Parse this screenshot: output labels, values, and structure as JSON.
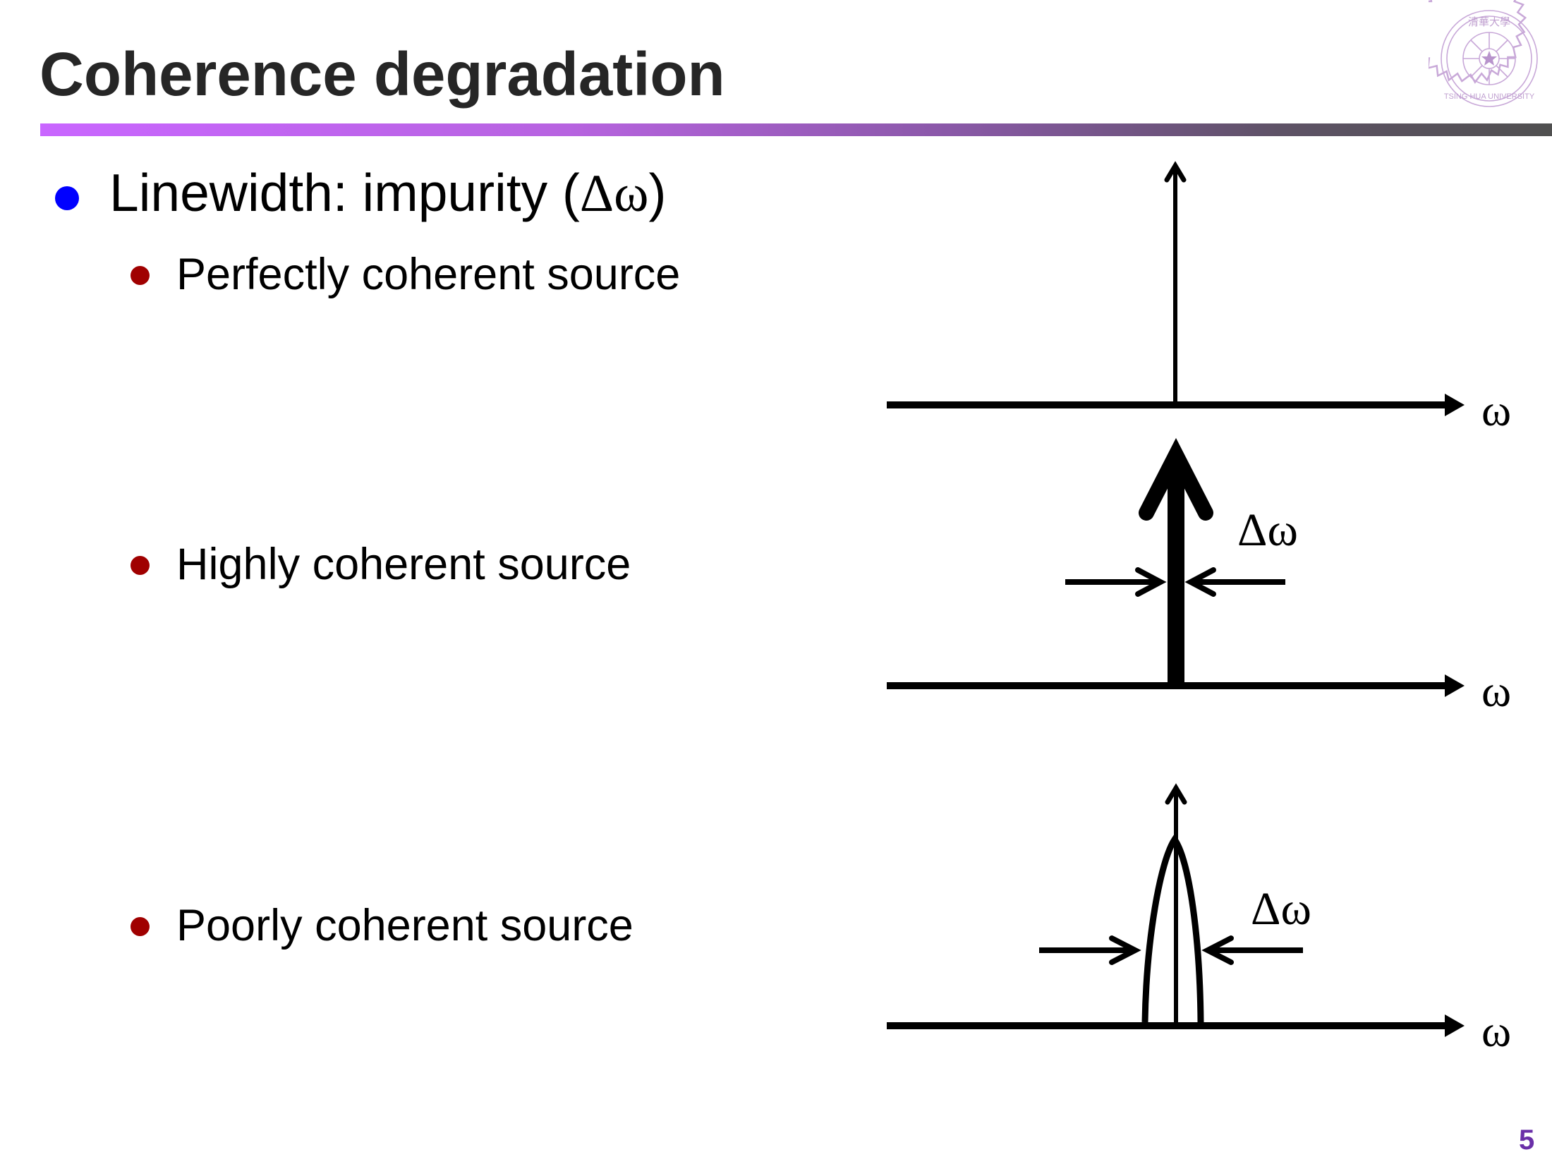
{
  "slide": {
    "title": "Coherence degradation",
    "page_number": "5",
    "logo": {
      "name": "Tsing Hua University seal",
      "text_en": "TSING HUA UNIVERSITY",
      "text_zh": "清華大學",
      "color": "#c8a8d8"
    },
    "title_bar_colors": [
      "#c966ff",
      "#505050"
    ]
  },
  "bullets": {
    "main": {
      "text_prefix": "Linewidth: impurity (",
      "symbol": "Δω",
      "text_suffix": ")",
      "bullet_color": "#0000ff"
    },
    "sub": [
      {
        "text": "Perfectly coherent source",
        "bullet_color": "#a00000"
      },
      {
        "text": "Highly coherent source",
        "bullet_color": "#a00000"
      },
      {
        "text": "Poorly coherent source",
        "bullet_color": "#a00000"
      }
    ]
  },
  "diagrams": [
    {
      "name": "perfectly-coherent-spectrum",
      "shape": "delta line",
      "axis_label": "ω",
      "width_label": ""
    },
    {
      "name": "highly-coherent-spectrum",
      "shape": "narrow thick line",
      "axis_label": "ω",
      "width_label": "Δω"
    },
    {
      "name": "poorly-coherent-spectrum",
      "shape": "broadened peak",
      "axis_label": "ω",
      "width_label": "Δω"
    }
  ]
}
